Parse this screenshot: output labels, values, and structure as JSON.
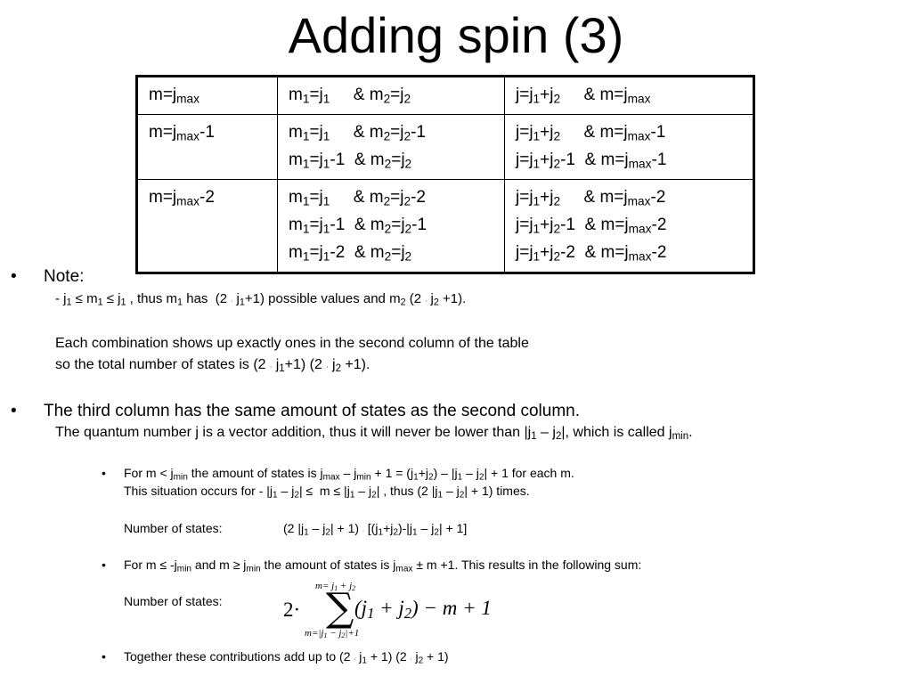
{
  "slide": {
    "title": "Adding spin (3)"
  },
  "table": {
    "rows": [
      {
        "col1": "m=j<sub>max</sub>",
        "col2": [
          "m<sub>1</sub>=j<sub>1</sub>&nbsp;&nbsp;&nbsp;&nbsp;&nbsp;&amp; m<sub>2</sub>=j<sub>2</sub>"
        ],
        "col3": [
          "j=j<sub>1</sub>+j<sub>2</sub>&nbsp;&nbsp;&nbsp;&nbsp;&nbsp;&amp; m=j<sub>max</sub>"
        ]
      },
      {
        "col1": "m=j<sub>max</sub>-1",
        "col2": [
          "m<sub>1</sub>=j<sub>1</sub>&nbsp;&nbsp;&nbsp;&nbsp;&nbsp;&amp; m<sub>2</sub>=j<sub>2</sub>-1",
          "m<sub>1</sub>=j<sub>1</sub>-1&nbsp;&nbsp;&amp; m<sub>2</sub>=j<sub>2</sub>"
        ],
        "col3": [
          "j=j<sub>1</sub>+j<sub>2</sub>&nbsp;&nbsp;&nbsp;&nbsp;&nbsp;&amp; m=j<sub>max</sub>-1",
          "j=j<sub>1</sub>+j<sub>2</sub>-1&nbsp;&nbsp;&amp; m=j<sub>max</sub>-1"
        ]
      },
      {
        "col1": "m=j<sub>max</sub>-2",
        "col2": [
          "m<sub>1</sub>=j<sub>1</sub>&nbsp;&nbsp;&nbsp;&nbsp;&nbsp;&amp; m<sub>2</sub>=j<sub>2</sub>-2",
          "m<sub>1</sub>=j<sub>1</sub>-1&nbsp;&nbsp;&amp; m<sub>2</sub>=j<sub>2</sub>-1",
          "m<sub>1</sub>=j<sub>1</sub>-2&nbsp;&nbsp;&amp; m<sub>2</sub>=j<sub>2</sub>"
        ],
        "col3": [
          "j=j<sub>1</sub>+j<sub>2</sub>&nbsp;&nbsp;&nbsp;&nbsp;&nbsp;&amp; m=j<sub>max</sub>-2",
          "j=j<sub>1</sub>+j<sub>2</sub>-1&nbsp;&nbsp;&amp; m=j<sub>max</sub>-2",
          "j=j<sub>1</sub>+j<sub>2</sub>-2&nbsp;&nbsp;&amp; m=j<sub>max</sub>-2"
        ]
      }
    ]
  },
  "note": {
    "bullet": "•",
    "heading": "Note:",
    "line1": "- j<sub>1</sub> &le; m<sub>1</sub> &le; j<sub>1</sub> , thus m<sub>1</sub> has&nbsp; (2 <sup style=\"font-size:0.5em;vertical-align:0.2em\">.</sup> j<sub>1</sub>+1) possible values and m<sub>2</sub> (2 <sup style=\"font-size:0.5em;vertical-align:0.2em\">.</sup> j<sub>2</sub> +1).",
    "line2": "Each combination shows up exactly ones in the second column of the table",
    "line3": "so the total number of states is (2 <sup style=\"font-size:0.5em;vertical-align:0.2em\">.</sup> j<sub>1</sub>+1) (2 <sup style=\"font-size:0.5em;vertical-align:0.2em\">.</sup> j<sub>2</sub> +1)."
  },
  "third": {
    "bullet": "•",
    "heading": "The third column has the same amount of states as the second column.",
    "line1": "The quantum number j is a vector addition, thus it will never be lower than |j<sub>1</sub> &ndash; j<sub>2</sub>|, which is called j<sub>min</sub>."
  },
  "sub1": {
    "bullet": "•",
    "line1": "For m &lt; j<sub>min</sub> the amount of states is j<sub>max</sub> &ndash; j<sub>min</sub> + 1 = (j<sub>1</sub>+j<sub>2</sub>) &ndash; |j<sub>1</sub> &ndash; j<sub>2</sub>| + 1 for each m.",
    "line2": "This situation occurs for - |j<sub>1</sub> &ndash; j<sub>2</sub>| &le;&nbsp; m &le; |j<sub>1</sub> &ndash; j<sub>2</sub>| , thus (2 |j<sub>1</sub> &ndash; j<sub>2</sub>| + 1) times.",
    "label": "Number of states:",
    "formula": "(2 |j<sub>1</sub> &ndash; j<sub>2</sub>| + 1) <sup style=\"font-size:0.5em;vertical-align:0.2em\">.</sup> [(j<sub>1</sub>+j<sub>2</sub>)-|j<sub>1</sub> &ndash; j<sub>2</sub>| + 1]"
  },
  "sub2": {
    "bullet": "•",
    "line1": "For m &le; -j<sub>min</sub> and m &ge; j<sub>min</sub> the amount of states is j<sub>max</sub> &plusmn; m +1. This results in the following sum:",
    "label": "Number of states:",
    "sum": {
      "coef": "2&middot;",
      "upper": "m= j<sub>1</sub> + j<sub>2</sub>",
      "sigma": "&sum;",
      "lower": "m=|j<sub>1</sub> &minus; j<sub>2</sub>|+1",
      "body": "(j<sub>1</sub> + j<sub>2</sub>) &minus; m + 1"
    }
  },
  "sub3": {
    "bullet": "•",
    "line1": "Together these contributions add up to (2 <sup style=\"font-size:0.5em;vertical-align:0.2em\">.</sup> j<sub>1</sub> + 1) (2 <sup style=\"font-size:0.5em;vertical-align:0.2em\">.</sup> j<sub>2</sub> + 1)"
  }
}
